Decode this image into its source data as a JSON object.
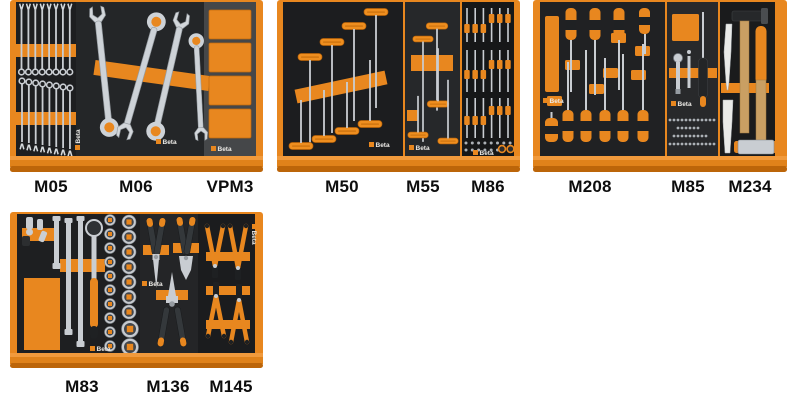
{
  "image": {
    "background": "#ffffff",
    "description": "Product collage of four Beta foam tool modules in orange drawer trays"
  },
  "brand": {
    "logo_text": "Beta"
  },
  "colors": {
    "orange": "#E8871F",
    "orange_dark": "#C4690B",
    "foam_black": "#1E1F21",
    "panel_gray": "#454749",
    "steel": "#C9CDD2",
    "wood": "#C99F63",
    "label_text": "#0D0D0D"
  },
  "trays": [
    {
      "name": "wrench-modules-tray",
      "labels": [
        "M05",
        "M06",
        "VPM3"
      ]
    },
    {
      "name": "hex-key-modules-tray",
      "labels": [
        "M50",
        "M55",
        "M86"
      ]
    },
    {
      "name": "screwdriver-hammer-modules-tray",
      "labels": [
        "M208",
        "M85",
        "M234"
      ]
    },
    {
      "name": "socket-plier-modules-tray",
      "labels": [
        "M83",
        "M136",
        "M145"
      ]
    }
  ]
}
